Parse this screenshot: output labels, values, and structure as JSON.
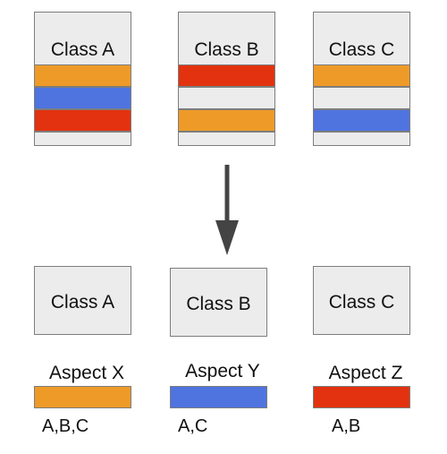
{
  "colors": {
    "orange": "#ee9a28",
    "blue": "#4f74e0",
    "red": "#e2320f",
    "box_fill": "#ececec",
    "border": "#7d7d7d",
    "arrow": "#444444"
  },
  "before": {
    "classes": [
      {
        "label": "Class A",
        "stripes": [
          "orange",
          "blue",
          "red",
          "empty"
        ]
      },
      {
        "label": "Class B",
        "stripes": [
          "red",
          "empty",
          "orange",
          "empty"
        ]
      },
      {
        "label": "Class C",
        "stripes": [
          "orange",
          "empty",
          "blue",
          "empty"
        ]
      }
    ]
  },
  "after": {
    "classes": [
      {
        "label": "Class A"
      },
      {
        "label": "Class B"
      },
      {
        "label": "Class C"
      }
    ],
    "aspects": [
      {
        "label": "Aspect X",
        "color": "orange",
        "applies_to": "A,B,C"
      },
      {
        "label": "Aspect Y",
        "color": "blue",
        "applies_to": "A,C"
      },
      {
        "label": "Aspect Z",
        "color": "red",
        "applies_to": "A,B"
      }
    ]
  }
}
